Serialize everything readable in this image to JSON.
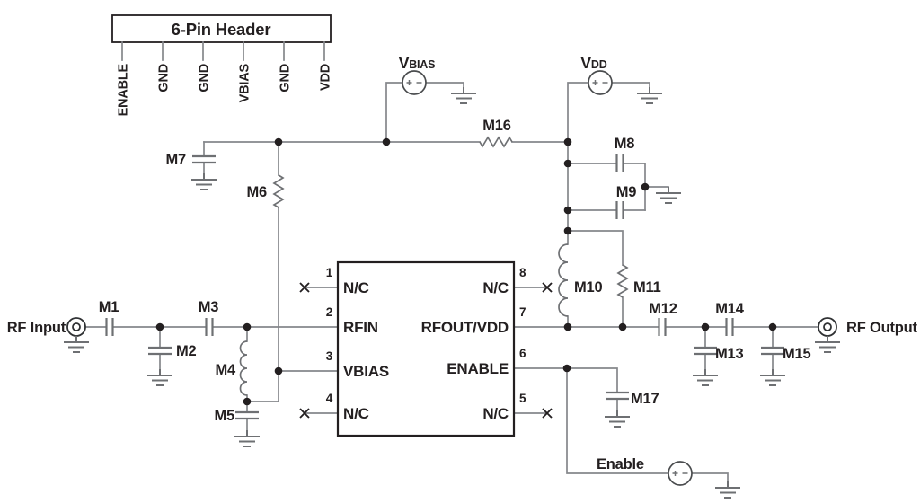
{
  "header": {
    "label": "6-Pin Header",
    "pins": [
      "ENABLE",
      "GND",
      "GND",
      "VBIAS",
      "GND",
      "VDD"
    ]
  },
  "sources": {
    "vbias": {
      "name": "V",
      "subscript": "BIAS"
    },
    "vdd": {
      "name": "V",
      "subscript": "DD"
    },
    "enable": {
      "label": "Enable"
    }
  },
  "ports": {
    "input": "RF Input",
    "output": "RF Output"
  },
  "ic": {
    "left_pins": [
      {
        "number": "1",
        "name": "N/C"
      },
      {
        "number": "2",
        "name": "RFIN"
      },
      {
        "number": "3",
        "name": "VBIAS"
      },
      {
        "number": "4",
        "name": "N/C"
      }
    ],
    "right_pins": [
      {
        "number": "8",
        "name": "N/C"
      },
      {
        "number": "7",
        "name": "RFOUT/VDD"
      },
      {
        "number": "6",
        "name": "ENABLE"
      },
      {
        "number": "5",
        "name": "N/C"
      }
    ]
  },
  "components": {
    "m1": {
      "label": "M1",
      "type": "series-capacitor"
    },
    "m2": {
      "label": "M2",
      "type": "shunt-capacitor"
    },
    "m3": {
      "label": "M3",
      "type": "series-capacitor"
    },
    "m4": {
      "label": "M4",
      "type": "shunt-inductor"
    },
    "m5": {
      "label": "M5",
      "type": "bypass-capacitor"
    },
    "m6": {
      "label": "M6",
      "type": "resistor"
    },
    "m7": {
      "label": "M7",
      "type": "bypass-capacitor"
    },
    "m8": {
      "label": "M8",
      "type": "capacitor"
    },
    "m9": {
      "label": "M9",
      "type": "capacitor"
    },
    "m10": {
      "label": "M10",
      "type": "shunt-inductor"
    },
    "m11": {
      "label": "M11",
      "type": "shunt-resistor"
    },
    "m12": {
      "label": "M12",
      "type": "series-capacitor"
    },
    "m13": {
      "label": "M13",
      "type": "shunt-capacitor"
    },
    "m14": {
      "label": "M14",
      "type": "series-capacitor"
    },
    "m15": {
      "label": "M15",
      "type": "shunt-capacitor"
    },
    "m16": {
      "label": "M16",
      "type": "series-resistor"
    },
    "m17": {
      "label": "M17",
      "type": "bypass-capacitor"
    }
  },
  "colors": {
    "wire": "#85878B",
    "component": "#6E7073",
    "ink": "#231F20",
    "background": "#FFFFFF"
  }
}
